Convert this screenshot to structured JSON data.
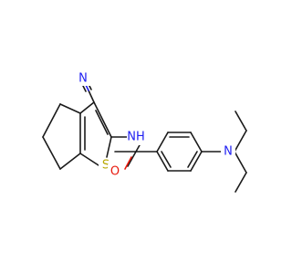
{
  "molecule": {
    "atom_colors": {
      "N": "#1f1ff2",
      "O": "#e8190d",
      "S": "#b8a800",
      "C": "#1a1a1a"
    },
    "labels": {
      "nitrile_n": "N",
      "amide_nh": "NH",
      "thiophene_s": "S",
      "carbonyl_o": "O",
      "amine_n": "N"
    }
  }
}
